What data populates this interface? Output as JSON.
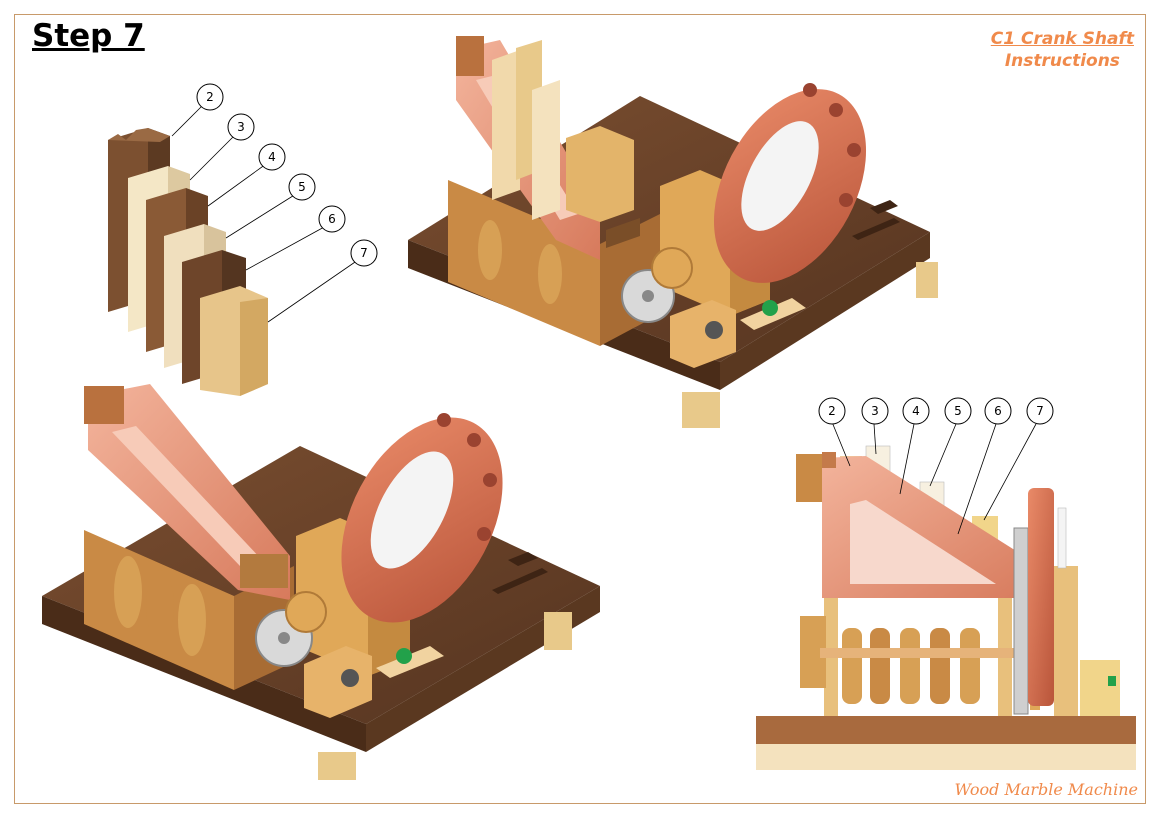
{
  "header": {
    "step_title": "Step 7",
    "doc_title_line1": "C1 Crank Shaft",
    "doc_title_line2": "Instructions"
  },
  "footer": {
    "label": "Wood Marble Machine"
  },
  "callouts_exploded": [
    "2",
    "3",
    "4",
    "5",
    "6",
    "7"
  ],
  "callouts_side": [
    "2",
    "3",
    "4",
    "5",
    "6",
    "7"
  ],
  "colors": {
    "accent_orange": "#f08a4b",
    "base_wood_dark": "#6b4328",
    "wood_light": "#e3b46a",
    "wheel_red": "#d7704f",
    "frame_pink": "#e99a7f"
  }
}
